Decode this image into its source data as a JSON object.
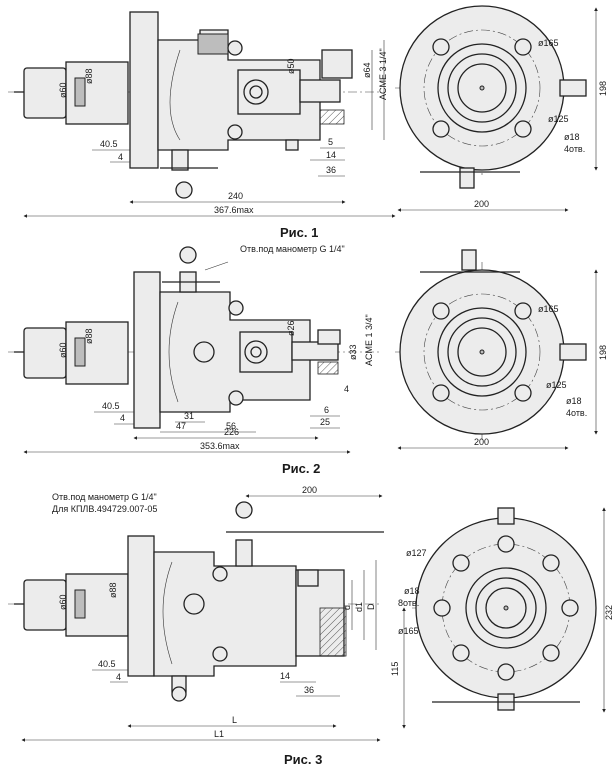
{
  "figures": [
    {
      "caption": "Рис. 1",
      "side_dims": [
        "ø60",
        "ø88",
        "ø50",
        "ø64",
        "ACME 3 1/4\"",
        "40.5",
        "4",
        "5",
        "14",
        "36",
        "240",
        "367.6max"
      ],
      "flange_dims": [
        "ø165",
        "ø125",
        "ø18",
        "4отв.",
        "198",
        "200"
      ]
    },
    {
      "caption": "Рис. 2",
      "note": "Отв.под манометр G 1/4\"",
      "side_dims": [
        "ø60",
        "ø88",
        "ø26",
        "ø33",
        "ACME 1 3/4\"",
        "40.5",
        "4",
        "31",
        "47",
        "56",
        "6",
        "4",
        "25",
        "226",
        "353.6max"
      ],
      "flange_dims": [
        "ø165",
        "ø125",
        "ø18",
        "4отв.",
        "198",
        "200"
      ]
    },
    {
      "caption": "Рис. 3",
      "note_lines": [
        "Отв.под манометр G 1/4\"",
        "Для КПЛВ.494729.007-05"
      ],
      "side_dims": [
        "200",
        "ø60",
        "ø88",
        "d",
        "d1",
        "D",
        "40.5",
        "4",
        "14",
        "36",
        "L",
        "L1"
      ],
      "flange_dims": [
        "ø127",
        "ø18",
        "8отв.",
        "ø165",
        "232",
        "115"
      ]
    }
  ]
}
